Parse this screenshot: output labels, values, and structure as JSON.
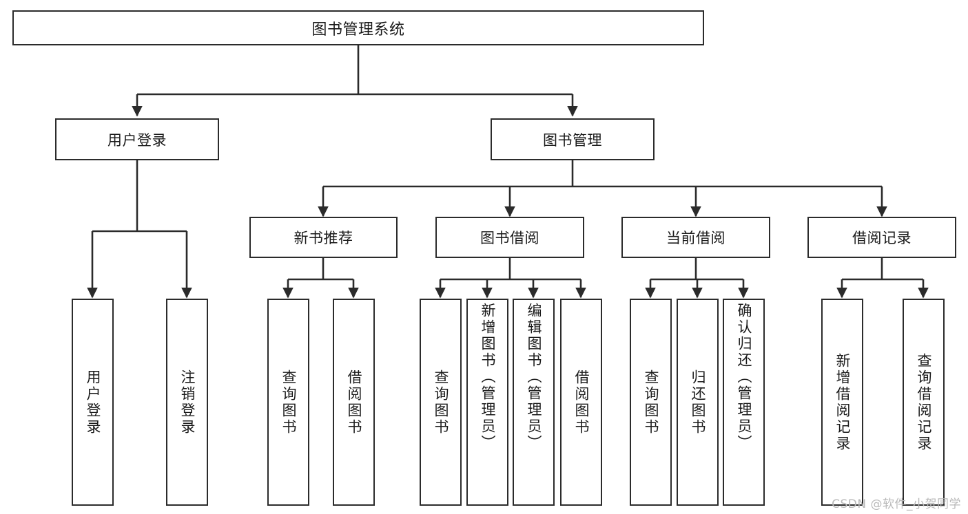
{
  "diagram": {
    "title": "图书管理系统",
    "watermark": "CSDN @软件_小贺同学",
    "line_color": "#2b2b2b",
    "box_fill": "#ffffff",
    "text_color": "#1b1b1b",
    "watermark_color": "#b9b9b9"
  },
  "nodes": {
    "root": {
      "label": "图书管理系统"
    },
    "level2": [
      {
        "label": "用户登录"
      },
      {
        "label": "图书管理"
      }
    ],
    "level3": [
      {
        "label": "新书推荐"
      },
      {
        "label": "图书借阅"
      },
      {
        "label": "当前借阅"
      },
      {
        "label": "借阅记录"
      }
    ],
    "leaves": {
      "user_login": [
        {
          "label": "用户登录"
        },
        {
          "label": "注销登录"
        }
      ],
      "new_book_recommend": [
        {
          "label": "查询图书"
        },
        {
          "label": "借阅图书"
        }
      ],
      "book_borrow": [
        {
          "label": "查询图书"
        },
        {
          "label": "新增图书（管理员）"
        },
        {
          "label": "编辑图书（管理员）"
        },
        {
          "label": "借阅图书"
        }
      ],
      "current_borrow": [
        {
          "label": "查询图书"
        },
        {
          "label": "归还图书"
        },
        {
          "label": "确认归还（管理员）"
        }
      ],
      "borrow_record": [
        {
          "label": "新增借阅记录"
        },
        {
          "label": "查询借阅记录"
        }
      ]
    }
  }
}
